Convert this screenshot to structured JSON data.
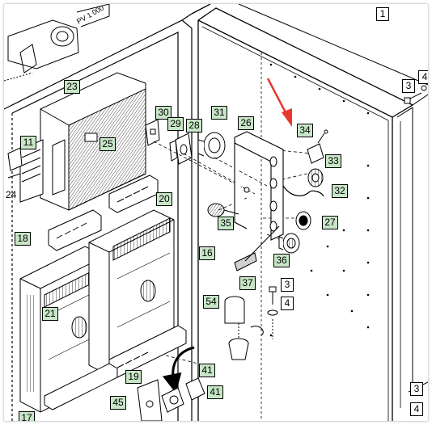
{
  "diagram": {
    "callouts": {
      "c1": "1",
      "c3a": "3",
      "c4a": "4",
      "c23": "23",
      "c30": "30",
      "c31": "31",
      "c29": "29",
      "c28": "28",
      "c26": "26",
      "c34": "34",
      "c25": "25",
      "c11": "11",
      "c33": "33",
      "c24": "24",
      "c32": "32",
      "c20": "20",
      "c35": "35",
      "c27": "27",
      "c18": "18",
      "c16": "16",
      "c36": "36",
      "c37": "37",
      "c3b": "3",
      "c54": "54",
      "c4b": "4",
      "c21": "21",
      "c19": "19",
      "c41a": "41",
      "c41b": "41",
      "c45": "45",
      "c17": "17",
      "c3c": "3",
      "c4c": "4"
    },
    "small_text": "PV 1 000",
    "colors": {
      "callout_fill": "#c7e6c7",
      "arrow": "#e8382f",
      "line": "#000000"
    }
  }
}
